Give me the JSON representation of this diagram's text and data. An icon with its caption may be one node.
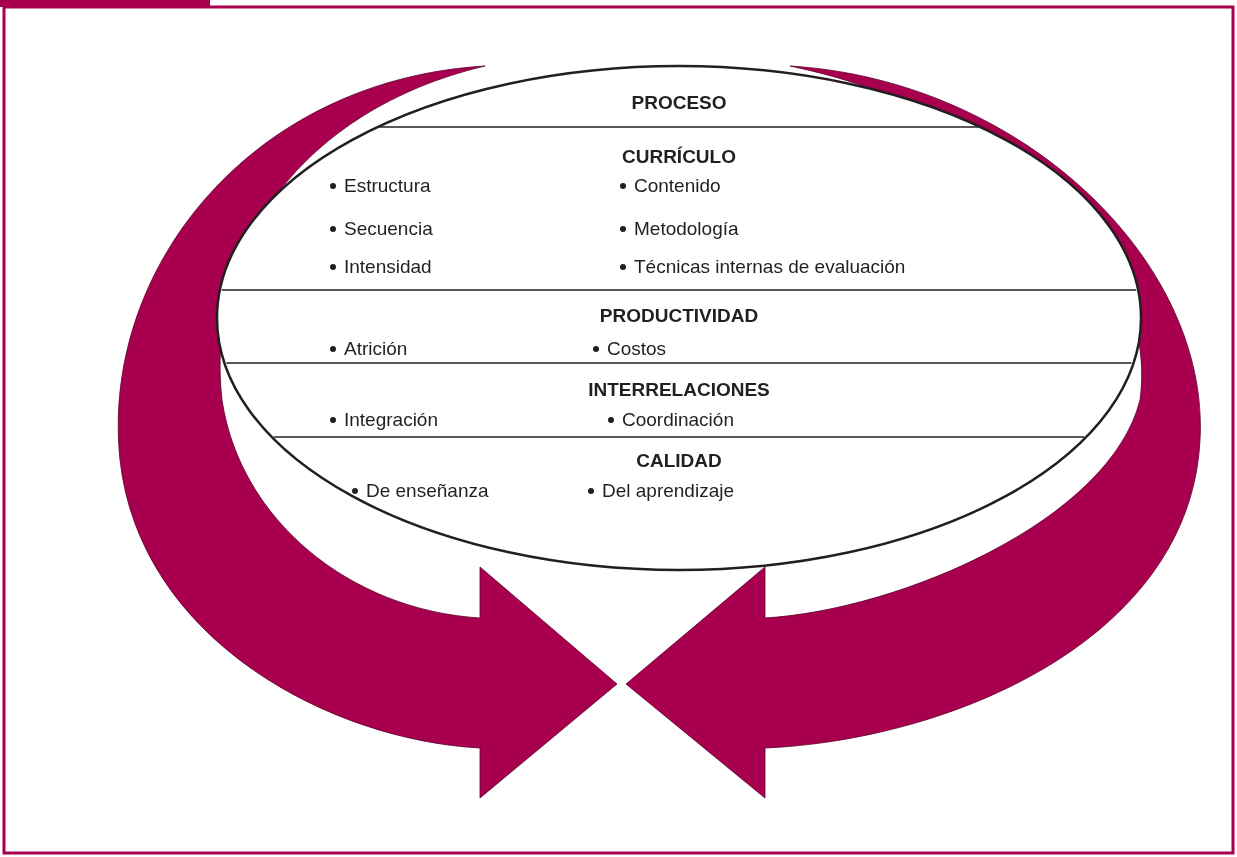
{
  "diagram": {
    "nodes": [
      {
        "text": [
          "PROCESO"
        ]
      },
      {
        "text": [
          "CURRÍCULO",
          "Estructura",
          "Contenido",
          "Secuencia",
          "Metodología",
          "Intensidad",
          "Técnicas internas de evaluación"
        ],
        "in": 0
      },
      {
        "text": [
          "PRODUCTIVIDAD",
          "Atrición",
          "Costos"
        ],
        "in": 0
      },
      {
        "text": [
          "INTERRELACIONES",
          "Integración",
          "Coordinación"
        ],
        "in": 0
      },
      {
        "text": [
          "CALIDAD",
          "De enseñanza",
          "Del aprendizaje"
        ],
        "in": 0
      }
    ]
  }
}
